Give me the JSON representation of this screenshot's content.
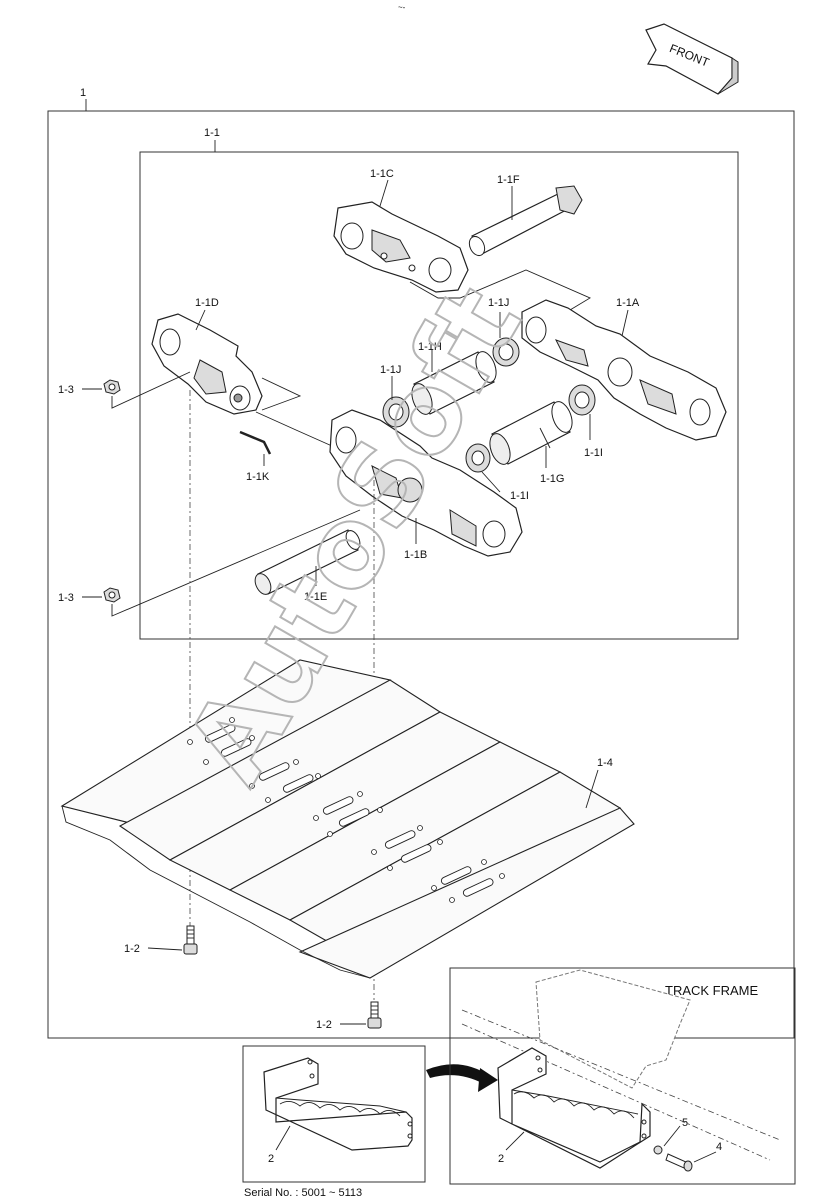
{
  "labels": {
    "l1": "1",
    "l1_1": "1-1",
    "l1_1c": "1-1C",
    "l1_1f": "1-1F",
    "l1_1d": "1-1D",
    "l1_1j_top": "1-1J",
    "l1_1a": "1-1A",
    "l1_1h": "1-1H",
    "l1_1j_mid": "1-1J",
    "l1_3_top": "1-3",
    "l1_1k": "1-1K",
    "l1_1i_right": "1-1I",
    "l1_1g": "1-1G",
    "l1_1i_mid": "1-1I",
    "l1_1b": "1-1B",
    "l1_1e": "1-1E",
    "l1_3_bot": "1-3",
    "l1_4": "1-4",
    "l1_2_left": "1-2",
    "l1_2_bot": "1-2",
    "l2_left": "2",
    "l2_right": "2",
    "l4": "4",
    "l5": "5"
  },
  "front_label": "FRONT",
  "track_frame_label": "TRACK FRAME",
  "serial_text": "Serial No. : 5001 ~ 5113",
  "watermark": "AutoSoft",
  "top_mark": "~-"
}
